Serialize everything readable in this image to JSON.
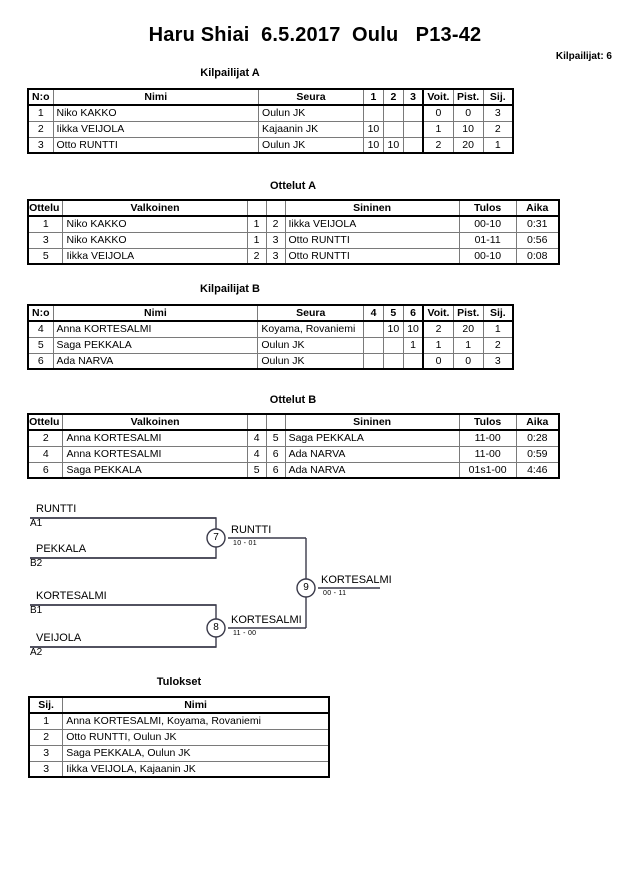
{
  "document": {
    "title": "Haru Shiai  6.5.2017  Oulu   P13-42",
    "competitor_count_label": "Kilpailijat: 6"
  },
  "pool_a": {
    "caption": "Kilpailijat A",
    "headers": {
      "no": "N:o",
      "name": "Nimi",
      "club": "Seura",
      "opp1": "1",
      "opp2": "2",
      "opp3": "3",
      "wins": "Voit.",
      "points": "Pist.",
      "rank": "Sij."
    },
    "rows": [
      {
        "no": "1",
        "name": "Niko KAKKO",
        "club": "Oulun JK",
        "o1": "",
        "o2": "",
        "o3": "",
        "wins": "0",
        "points": "0",
        "rank": "3"
      },
      {
        "no": "2",
        "name": "Iikka VEIJOLA",
        "club": "Kajaanin JK",
        "o1": "10",
        "o2": "",
        "o3": "",
        "wins": "1",
        "points": "10",
        "rank": "2"
      },
      {
        "no": "3",
        "name": "Otto RUNTTI",
        "club": "Oulun JK",
        "o1": "10",
        "o2": "10",
        "o3": "",
        "wins": "2",
        "points": "20",
        "rank": "1"
      }
    ]
  },
  "matches_a": {
    "caption": "Ottelut A",
    "headers": {
      "match": "Ottelu",
      "white": "Valkoinen",
      "wnum": "",
      "bnum": "",
      "blue": "Sininen",
      "result": "Tulos",
      "time": "Aika"
    },
    "rows": [
      {
        "match": "1",
        "white": "Niko KAKKO",
        "wnum": "1",
        "bnum": "2",
        "blue": "Iikka VEIJOLA",
        "result": "00-10",
        "time": "0:31"
      },
      {
        "match": "3",
        "white": "Niko KAKKO",
        "wnum": "1",
        "bnum": "3",
        "blue": "Otto RUNTTI",
        "result": "01-11",
        "time": "0:56"
      },
      {
        "match": "5",
        "white": "Iikka VEIJOLA",
        "wnum": "2",
        "bnum": "3",
        "blue": "Otto RUNTTI",
        "result": "00-10",
        "time": "0:08"
      }
    ]
  },
  "pool_b": {
    "caption": "Kilpailijat B",
    "headers": {
      "no": "N:o",
      "name": "Nimi",
      "club": "Seura",
      "opp1": "4",
      "opp2": "5",
      "opp3": "6",
      "wins": "Voit.",
      "points": "Pist.",
      "rank": "Sij."
    },
    "rows": [
      {
        "no": "4",
        "name": "Anna KORTESALMI",
        "club": "Koyama, Rovaniemi",
        "o1": "",
        "o2": "10",
        "o3": "10",
        "wins": "2",
        "points": "20",
        "rank": "1"
      },
      {
        "no": "5",
        "name": "Saga PEKKALA",
        "club": "Oulun JK",
        "o1": "",
        "o2": "",
        "o3": "1",
        "wins": "1",
        "points": "1",
        "rank": "2"
      },
      {
        "no": "6",
        "name": "Ada NARVA",
        "club": "Oulun JK",
        "o1": "",
        "o2": "",
        "o3": "",
        "wins": "0",
        "points": "0",
        "rank": "3"
      }
    ]
  },
  "matches_b": {
    "caption": "Ottelut B",
    "headers": {
      "match": "Ottelu",
      "white": "Valkoinen",
      "wnum": "",
      "bnum": "",
      "blue": "Sininen",
      "result": "Tulos",
      "time": "Aika"
    },
    "rows": [
      {
        "match": "2",
        "white": "Anna KORTESALMI",
        "wnum": "4",
        "bnum": "5",
        "blue": "Saga PEKKALA",
        "result": "11-00",
        "time": "0:28"
      },
      {
        "match": "4",
        "white": "Anna KORTESALMI",
        "wnum": "4",
        "bnum": "6",
        "blue": "Ada NARVA",
        "result": "11-00",
        "time": "0:59"
      },
      {
        "match": "6",
        "white": "Saga PEKKALA",
        "wnum": "5",
        "bnum": "6",
        "blue": "Ada NARVA",
        "result": "01s1-00",
        "time": "4:46"
      }
    ]
  },
  "bracket": {
    "entrants": [
      {
        "name": "RUNTTI",
        "seed": "A1"
      },
      {
        "name": "PEKKALA",
        "seed": "B2"
      },
      {
        "name": "KORTESALMI",
        "seed": "B1"
      },
      {
        "name": "VEIJOLA",
        "seed": "A2"
      }
    ],
    "semifinals": [
      {
        "number": "7",
        "winner": "RUNTTI",
        "score": "10 - 01"
      },
      {
        "number": "8",
        "winner": "KORTESALMI",
        "score": "11 - 00"
      }
    ],
    "final": {
      "number": "9",
      "winner": "KORTESALMI",
      "score": "00 - 11"
    }
  },
  "results": {
    "caption": "Tulokset",
    "headers": {
      "rank": "Sij.",
      "name": "Nimi"
    },
    "rows": [
      {
        "rank": "1",
        "name": "Anna KORTESALMI, Koyama, Rovaniemi"
      },
      {
        "rank": "2",
        "name": "Otto RUNTTI, Oulun JK"
      },
      {
        "rank": "3",
        "name": "Saga PEKKALA, Oulun JK"
      },
      {
        "rank": "3",
        "name": "Iikka VEIJOLA, Kajaanin JK"
      }
    ]
  }
}
